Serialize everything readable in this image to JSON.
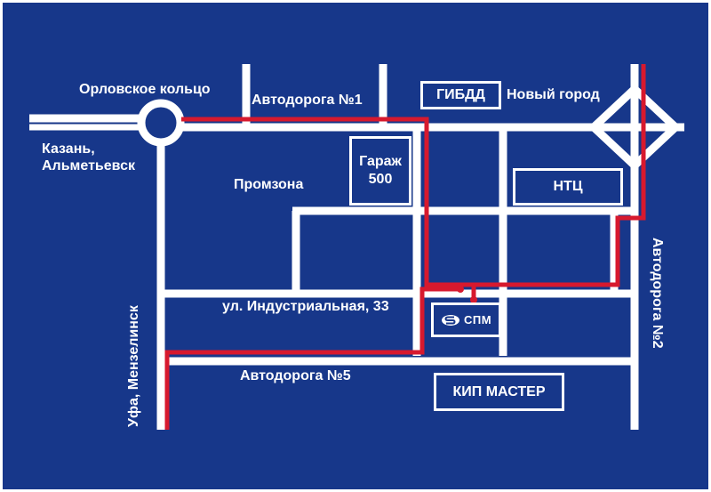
{
  "colors": {
    "background": "#17378a",
    "road": "#ffffff",
    "route": "#d7192e"
  },
  "labels": {
    "orlovskoe_ring": "Орловское кольцо",
    "kazan_line1": "Казань,",
    "kazan_line2": "Альметьевск",
    "highway1": "Автодорога №1",
    "promzona": "Промзона",
    "new_city": "Новый город",
    "industrialnaya": "ул. Индустриальная, 33",
    "highway5": "Автодорога №5",
    "ufa_menzelinsk": "Уфа, Мензелинск",
    "highway2": "Автодорога №2"
  },
  "boxes": {
    "gibdd": "ГИБДД",
    "garage_line1": "Гараж",
    "garage_line2": "500",
    "ntc": "НТЦ",
    "kip_master": "КИП МАСТЕР",
    "spm": "СПМ"
  },
  "icons": {
    "spm_logo": "spm-logo-icon",
    "roundabout": "roundabout-icon",
    "interchange": "diamond-interchange-icon",
    "destination": "destination-pin-icon"
  }
}
